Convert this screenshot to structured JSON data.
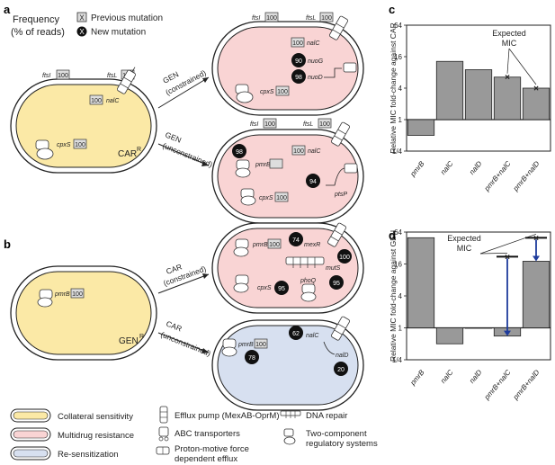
{
  "panel_letters": {
    "a": "a",
    "b": "b",
    "c": "c",
    "d": "d"
  },
  "legend_top": {
    "title_line1": "Frequency",
    "title_line2": "(% of reads)",
    "previous": "Previous mutation",
    "new": "New mutation",
    "example_value": "X"
  },
  "panel_a": {
    "parent": {
      "label": "CAR",
      "superscript": "R",
      "fill": "#fbe9a6",
      "genes": [
        {
          "name": "ftsI",
          "freq": "100"
        },
        {
          "name": "ftsL",
          "freq": "100"
        },
        {
          "name": "nalC",
          "freq": "100"
        },
        {
          "name": "cpxS",
          "freq": "100"
        }
      ]
    },
    "arrow_top": {
      "line1": "GEN",
      "line2": "(constrained)"
    },
    "arrow_bottom": {
      "line1": "GEN",
      "line2": "(unconstrained)"
    },
    "child_top": {
      "fill": "#f9d4d4",
      "genes": [
        {
          "name": "ftsI",
          "freq": "100"
        },
        {
          "name": "ftsL",
          "freq": "100"
        },
        {
          "name": "nalC",
          "freq": "100"
        },
        {
          "name": "cpxS",
          "freq": "100"
        },
        {
          "name": "nuoG",
          "freq": "90"
        },
        {
          "name": "nuoD",
          "freq": "98"
        }
      ]
    },
    "child_bottom": {
      "fill": "#f9d4d4",
      "genes": [
        {
          "name": "ftsI",
          "freq": "100"
        },
        {
          "name": "ftsL",
          "freq": "100"
        },
        {
          "name": "nalC",
          "freq": "100"
        },
        {
          "name": "cpxS",
          "freq": "100"
        },
        {
          "name": "pmrB",
          "freq": "98"
        },
        {
          "name": "ptsP",
          "freq": "94"
        }
      ]
    }
  },
  "panel_b": {
    "parent": {
      "label": "GEN",
      "superscript": "R",
      "fill": "#fbe9a6",
      "genes": [
        {
          "name": "pmrB",
          "freq": "100"
        }
      ]
    },
    "arrow_top": {
      "line1": "CAR",
      "line2": "(constrained)"
    },
    "arrow_bottom": {
      "line1": "CAR",
      "line2": "(unconstrained)"
    },
    "child_top": {
      "fill": "#f9d4d4",
      "genes": [
        {
          "name": "pmrB",
          "freq": "100"
        },
        {
          "name": "mexR",
          "freq": "74"
        },
        {
          "name": "mutS",
          "freq": "100"
        },
        {
          "name": "cpxS",
          "freq": "95"
        },
        {
          "name": "phoQ",
          "freq": "95"
        }
      ]
    },
    "child_bottom": {
      "fill": "#d7e0f0",
      "genes": [
        {
          "name": "pmrB",
          "freq": "100"
        },
        {
          "name": "nalC",
          "freq": "62"
        },
        {
          "name": "nalD",
          "freq": "20"
        },
        {
          "name": "",
          "freq": "78"
        }
      ]
    }
  },
  "legend_bottom": [
    {
      "label": "Collateral sensitivity",
      "color": "#fbe9a6"
    },
    {
      "label": "Multidrug resistance",
      "color": "#f9d4d4"
    },
    {
      "label": "Re-sensitization",
      "color": "#d7e0f0"
    },
    {
      "label": "Efflux pump (MexAB-OprM)",
      "icon": "efflux-pump-icon"
    },
    {
      "label": "ABC transporters",
      "icon": "abc-transporter-icon"
    },
    {
      "label": "Proton-motive force",
      "label2": "dependent efflux",
      "icon": "pmf-efflux-icon"
    },
    {
      "label": "DNA repair",
      "icon": "dna-repair-icon"
    },
    {
      "label": "Two-component",
      "label2": "regulatory systems",
      "icon": "two-component-icon"
    }
  ],
  "chart_data": [
    {
      "panel": "c",
      "type": "bar",
      "ylabel": "Relative MIC fold-change against CAR",
      "y_scale": "log2",
      "ylim": [
        0.25,
        64
      ],
      "yticks": [
        "1/4",
        "1",
        "4",
        "16",
        "64"
      ],
      "ytick_values": [
        0.25,
        1,
        4,
        16,
        64
      ],
      "categories": [
        "pmrB",
        "nalC",
        "nalD",
        "pmrB+nalC",
        "pmrB+nalD"
      ],
      "values": [
        0.5,
        13,
        9,
        6.5,
        4
      ],
      "expected": [
        null,
        null,
        null,
        6.5,
        4
      ],
      "expected_label_line1": "Expected",
      "expected_label_line2": "MIC",
      "bar_color": "#999999"
    },
    {
      "panel": "d",
      "type": "bar",
      "ylabel": "Relative MIC fold-change against GEN",
      "y_scale": "log2",
      "ylim": [
        0.25,
        64
      ],
      "yticks": [
        "1/4",
        "1",
        "4",
        "16",
        "64"
      ],
      "ytick_values": [
        0.25,
        1,
        4,
        16,
        64
      ],
      "categories": [
        "pmrB",
        "nalC",
        "nalD",
        "pmrB+nalC",
        "pmrB+nalD"
      ],
      "values": [
        50,
        0.5,
        1,
        0.7,
        18
      ],
      "expected": [
        null,
        null,
        null,
        22,
        50
      ],
      "expected_label_line1": "Expected",
      "expected_label_line2": "MIC",
      "bar_color": "#999999",
      "arrow_color": "#1f3c9c"
    }
  ]
}
